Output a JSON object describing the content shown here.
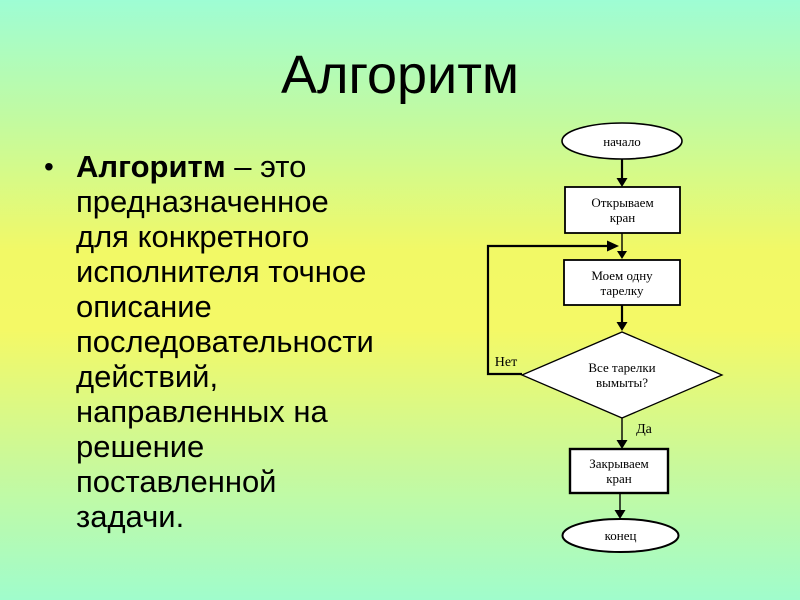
{
  "slide": {
    "title": "Алгоритм",
    "bullet": "•",
    "body": {
      "term": "Алгоритм",
      "term_suffix": " – это",
      "lines": [
        "предназначенное",
        "для конкретного",
        "исполнителя точное",
        "описание",
        "последовательности",
        "действий,",
        "направленных на",
        "решение",
        "поставленной",
        "задачи."
      ]
    }
  },
  "flowchart": {
    "nodes": {
      "start": "начало",
      "step1": "Открываем кран",
      "step2": "Моем одну тарелку",
      "decision": "Все тарелки вымыты?",
      "step3": "Закрываем кран",
      "end": "конец"
    },
    "edges": {
      "no": "Нет",
      "yes": "Да"
    }
  },
  "colors": {
    "background_top": "#9efdd4",
    "background_middle": "#f4f966",
    "background_bottom": "#a0fccc",
    "text": "#000000",
    "shape_fill": "#ffffff",
    "line": "#000000"
  }
}
